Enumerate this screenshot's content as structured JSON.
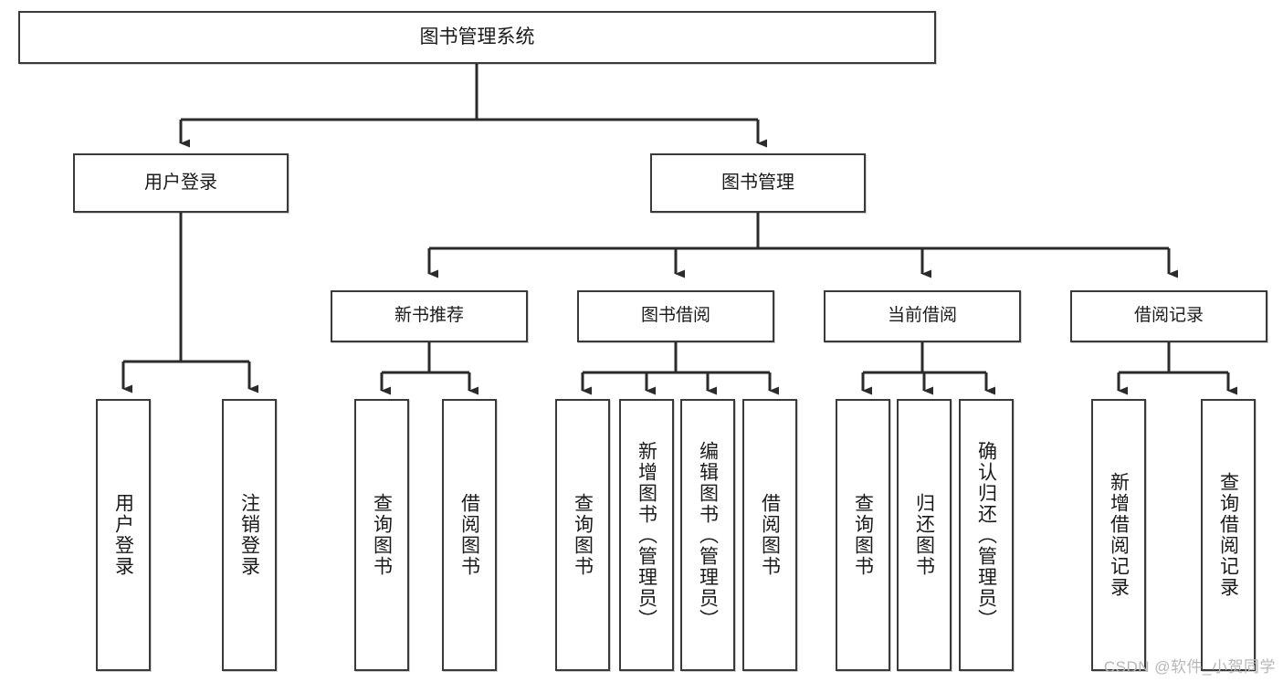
{
  "diagram": {
    "type": "tree-hierarchy-chart",
    "title": "图书管理系统",
    "watermark": "CSDN @软件_小贺同学",
    "colors": {
      "box_border": "#3a3a3a",
      "box_fill": "#ffffff",
      "connector": "#2b2b2b",
      "text": "#1a1a1a",
      "watermark": "#b7b7b7"
    },
    "root": {
      "label": "图书管理系统"
    },
    "level2": [
      {
        "label": "用户登录"
      },
      {
        "label": "图书管理"
      }
    ],
    "level3": [
      {
        "label": "新书推荐"
      },
      {
        "label": "图书借阅"
      },
      {
        "label": "当前借阅"
      },
      {
        "label": "借阅记录"
      }
    ],
    "leaves": {
      "user_login": [
        {
          "label": "用户登录"
        },
        {
          "label": "注销登录"
        }
      ],
      "new_book_recommend": [
        {
          "label": "查询图书"
        },
        {
          "label": "借阅图书"
        }
      ],
      "book_borrow": [
        {
          "label": "查询图书"
        },
        {
          "label": "新增图书（管理员）"
        },
        {
          "label": "编辑图书（管理员）"
        },
        {
          "label": "借阅图书"
        }
      ],
      "current_borrow": [
        {
          "label": "查询图书"
        },
        {
          "label": "归还图书"
        },
        {
          "label": "确认归还（管理员）"
        }
      ],
      "borrow_record": [
        {
          "label": "新增借阅记录"
        },
        {
          "label": "查询借阅记录"
        }
      ]
    }
  }
}
